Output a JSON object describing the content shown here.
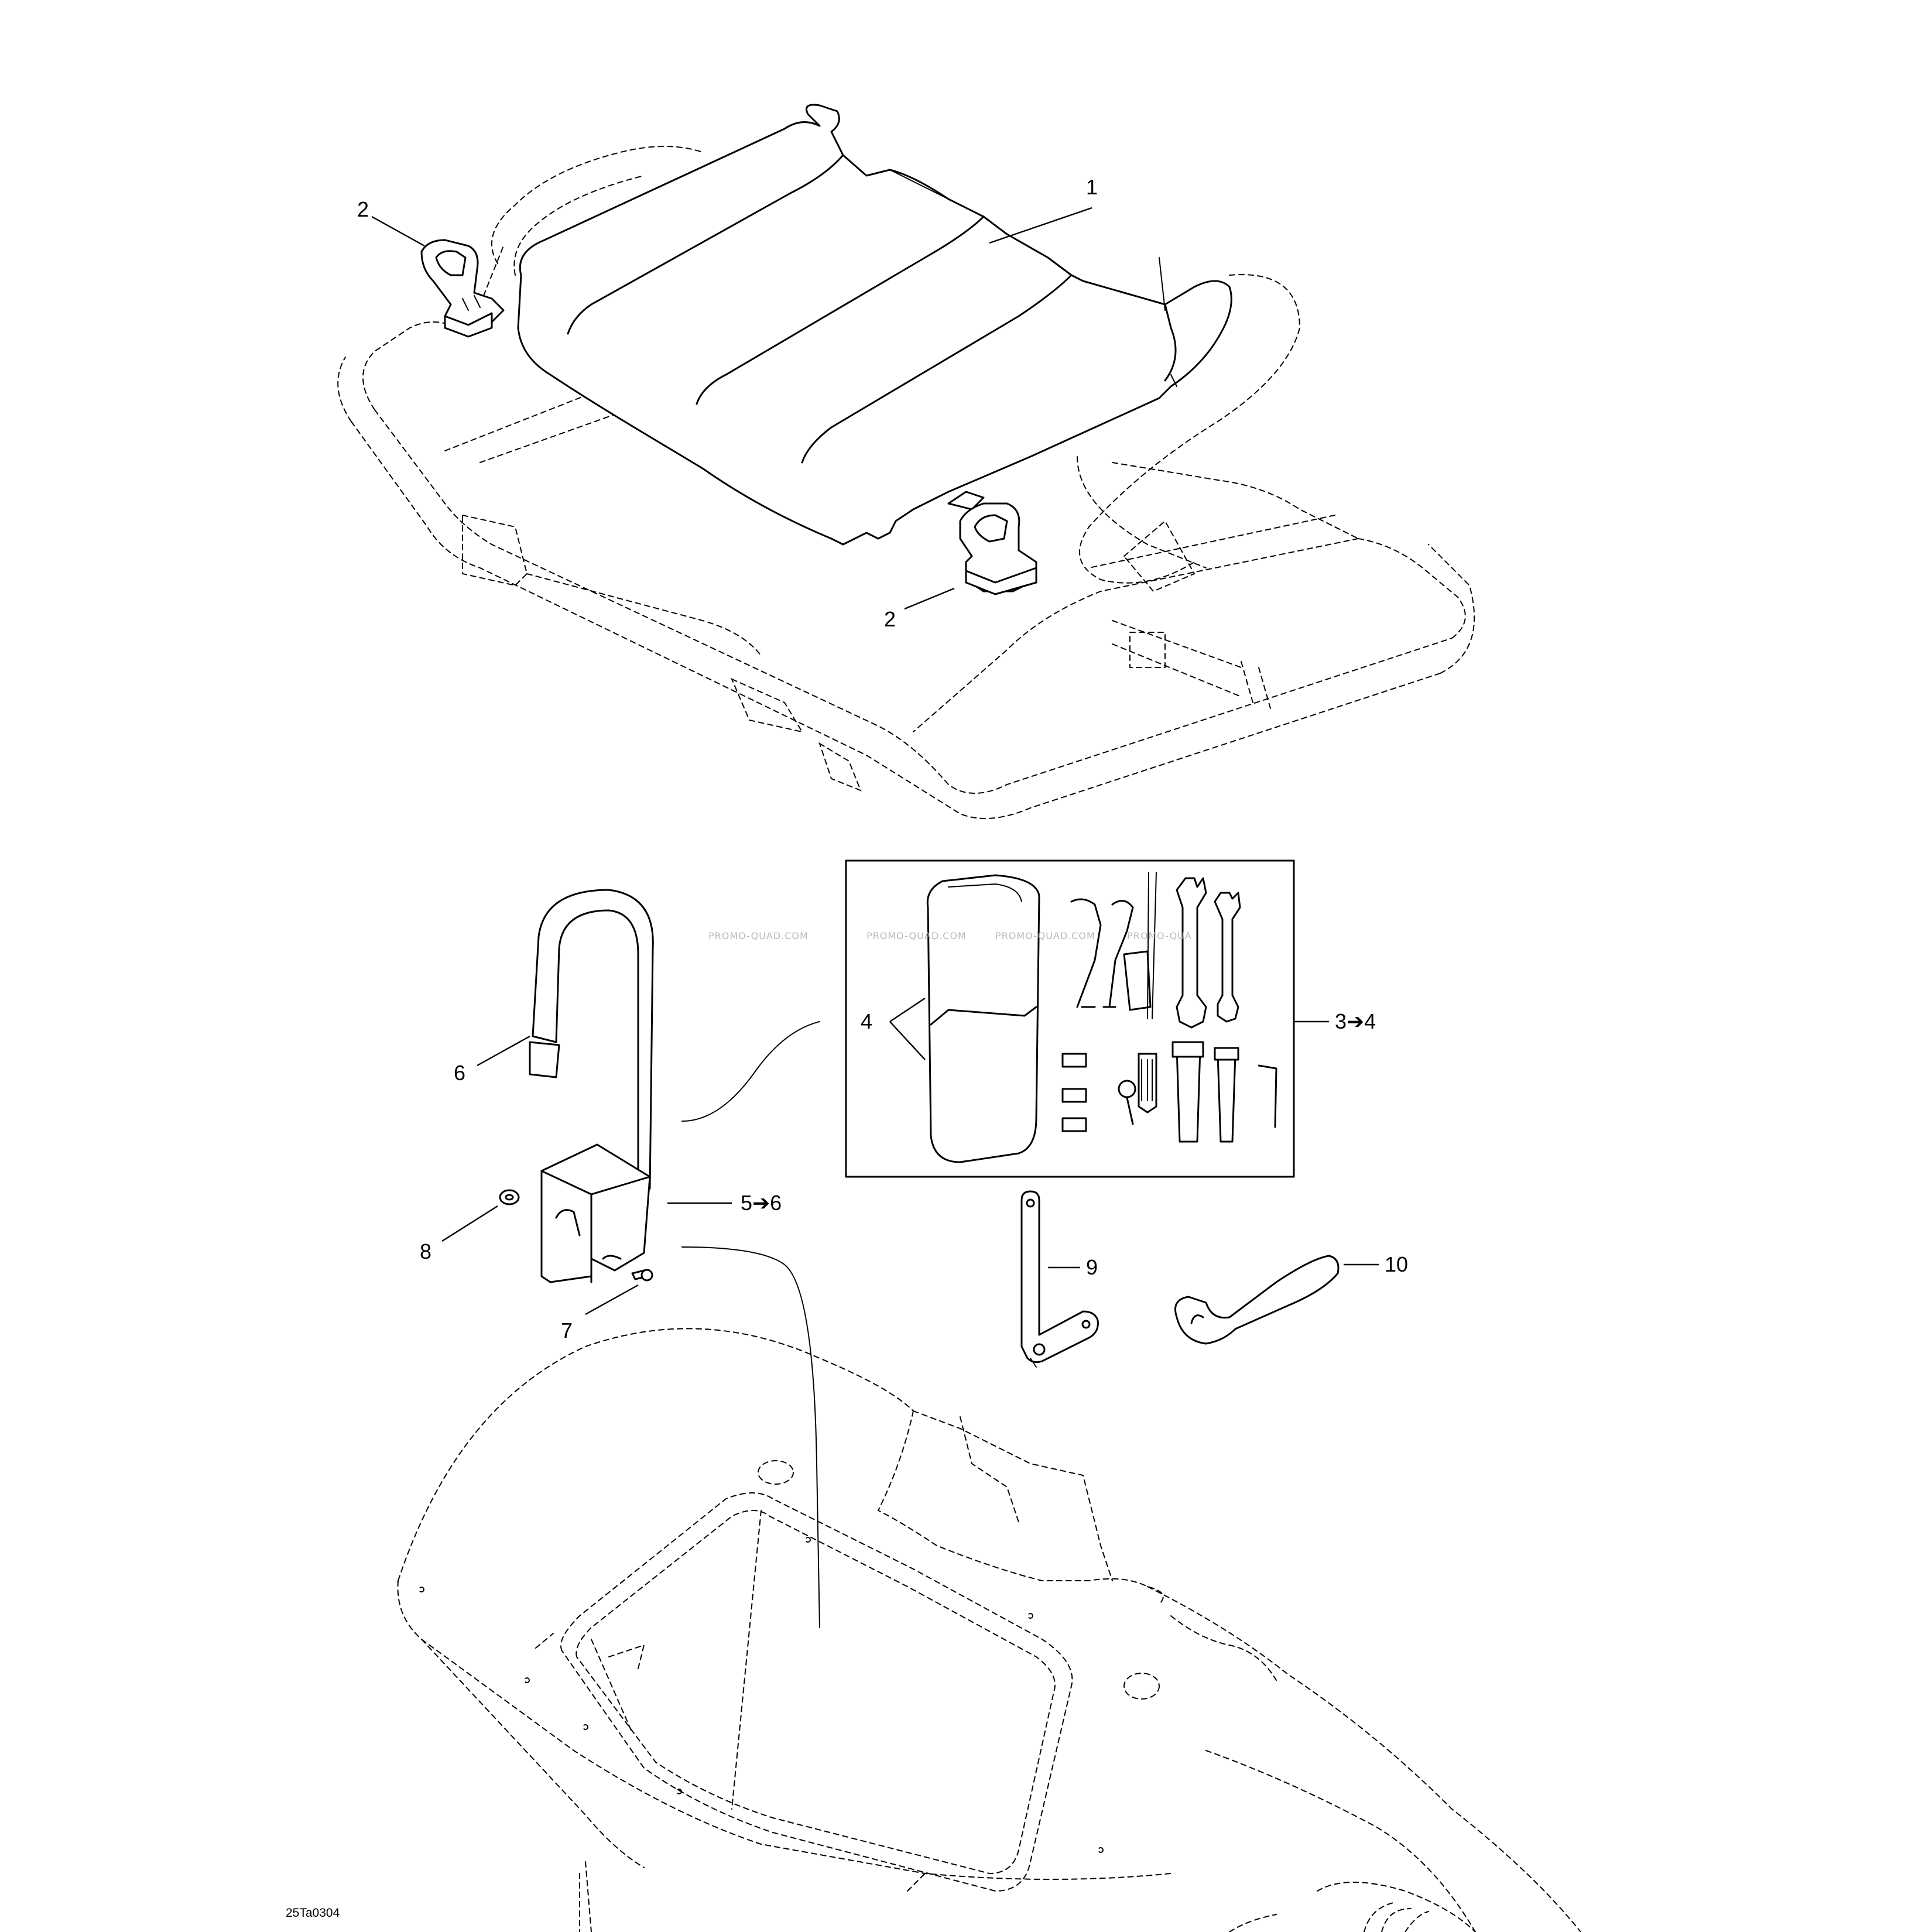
{
  "callouts": {
    "c1": "1",
    "c2_left": "2",
    "c2_right": "2",
    "c34": "3➔4",
    "c4": "4",
    "c56": "5➔6",
    "c6": "6",
    "c7": "7",
    "c8": "8",
    "c9": "9",
    "c10": "10"
  },
  "watermark": {
    "w1": "PROMO-QUAD.COM",
    "w2": "PROMO-QUAD.COM",
    "w3": "PROMO-QUAD.COM",
    "w4": "PROMO-QUA"
  },
  "drawing_code": "25Ta0304",
  "colors": {
    "line": "#000000",
    "background": "#ffffff",
    "watermark": "#b8b8b8"
  }
}
